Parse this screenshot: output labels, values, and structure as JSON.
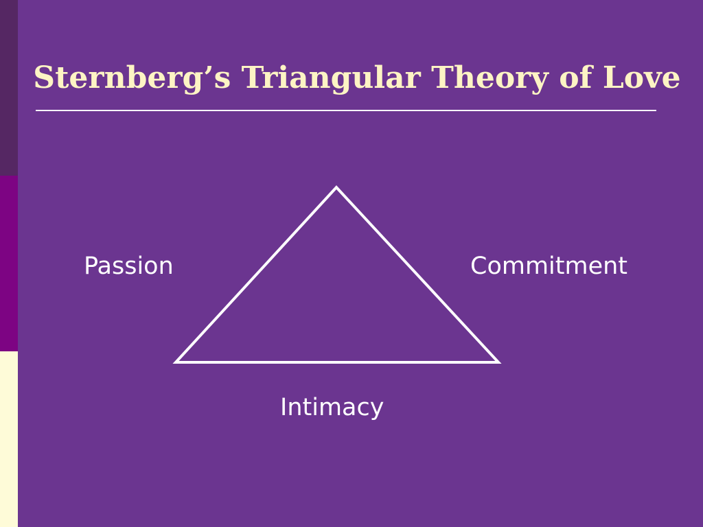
{
  "slide": {
    "title": "Sternberg’s Triangular Theory of Love",
    "colors": {
      "background": "#6b3590",
      "title": "#fdf4c4",
      "text": "#ffffff",
      "accent_bar_top": "#552763",
      "accent_bar_middle": "#7d0483",
      "accent_bar_bottom": "#fefbd8"
    }
  },
  "diagram": {
    "shape": "triangle",
    "labels": {
      "passion": "Passion",
      "commitment": "Commitment",
      "intimacy": "Intimacy"
    }
  }
}
